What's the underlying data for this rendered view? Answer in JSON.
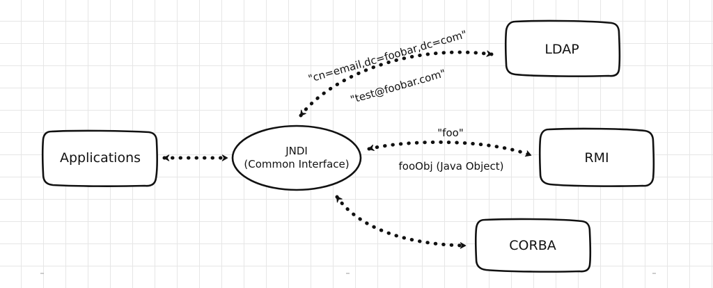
{
  "nodes": {
    "applications": {
      "label": "Applications"
    },
    "jndi": {
      "label_line1": "JNDI",
      "label_line2": "(Common Interface)"
    },
    "ldap": {
      "label": "LDAP"
    },
    "rmi": {
      "label": "RMI"
    },
    "corba": {
      "label": "CORBA"
    }
  },
  "edges": {
    "jndi_ldap": {
      "label_request": "\"cn=email,dc=foobar,dc=com\"",
      "label_response": "\"test@foobar.com\""
    },
    "jndi_rmi": {
      "label_request": "\"foo\"",
      "label_response": "fooObj (Java Object)"
    }
  },
  "colors": {
    "stroke": "#111111",
    "grid": "#e6e6e6",
    "background": "#ffffff"
  }
}
